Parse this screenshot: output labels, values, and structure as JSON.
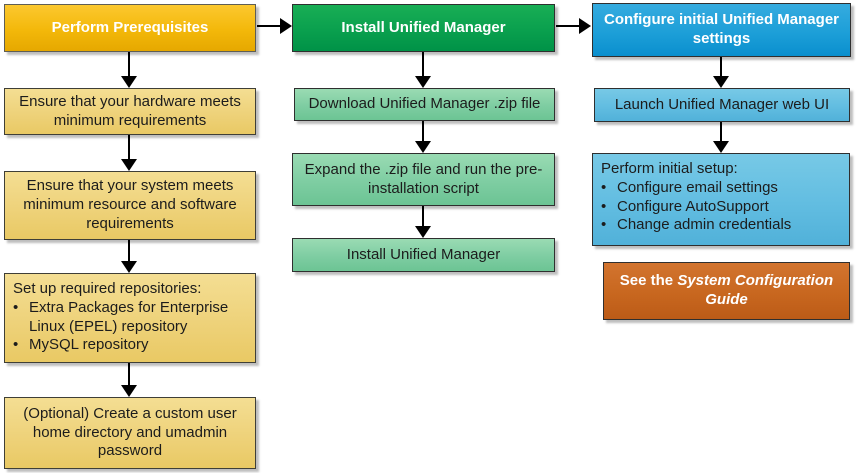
{
  "palette": {
    "gold_header": "#f3b80a",
    "light_gold": "#eed27a",
    "green_header": "#0aa04e",
    "light_green": "#7ecda2",
    "blue_header": "#1d9fd8",
    "light_blue": "#62bde1",
    "orange_note": "#c8671f",
    "arrow_color": "#000000"
  },
  "flowchart": {
    "columns": [
      {
        "header": "Perform Prerequisites",
        "steps": [
          {
            "text": "Ensure that your hardware meets minimum requirements"
          },
          {
            "text": "Ensure that your system meets minimum resource and software requirements"
          },
          {
            "title": "Set up required repositories:",
            "bullets": [
              "Extra Packages for Enterprise Linux (EPEL) repository",
              "MySQL repository"
            ]
          },
          {
            "text": "(Optional) Create a custom user home directory and umadmin password"
          }
        ]
      },
      {
        "header": "Install Unified Manager",
        "steps": [
          {
            "text": "Download Unified Manager .zip file"
          },
          {
            "text": "Expand the .zip file and run the pre-installation script"
          },
          {
            "text": "Install Unified Manager"
          }
        ]
      },
      {
        "header": "Configure initial Unified Manager settings",
        "steps": [
          {
            "text": "Launch Unified Manager web UI"
          },
          {
            "title": "Perform initial setup:",
            "bullets": [
              "Configure email settings",
              "Configure AutoSupport",
              "Change admin credentials"
            ]
          }
        ]
      }
    ],
    "note": {
      "prefix": "See the ",
      "italic_title": "System Configuration Guide"
    }
  }
}
